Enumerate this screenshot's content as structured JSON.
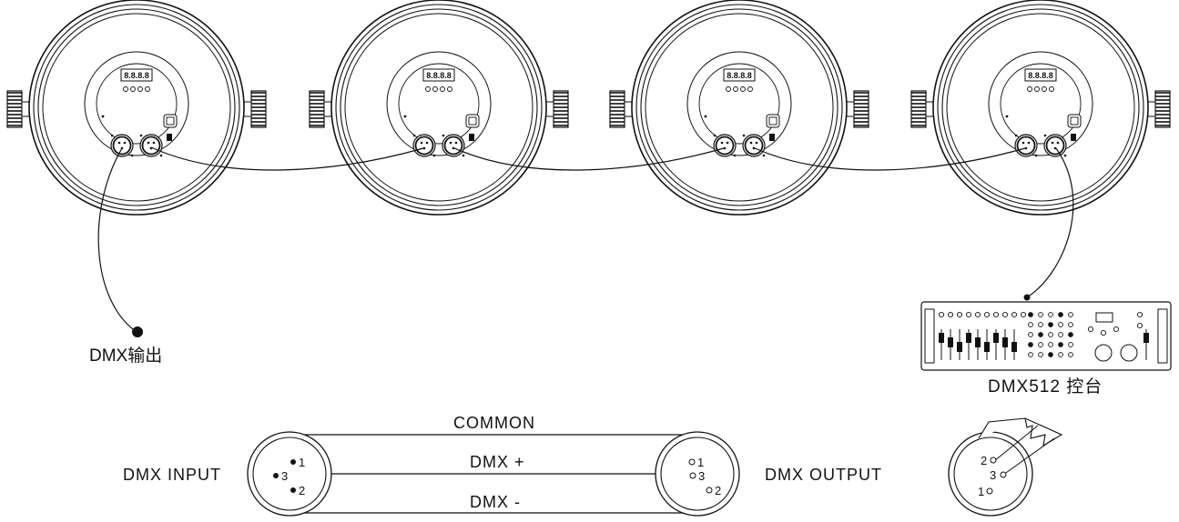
{
  "fixtures": [
    {
      "display": "8.8.8.8"
    },
    {
      "display": "8.8.8.8"
    },
    {
      "display": "8.8.8.8"
    },
    {
      "display": "8.8.8.8"
    }
  ],
  "labels": {
    "dmx_out_terminal": "DMX输出",
    "console": "DMX512 控台",
    "common": "COMMON",
    "dmx_plus": "DMX +",
    "dmx_minus": "DMX -",
    "dmx_input": "DMX INPUT",
    "dmx_output": "DMX OUTPUT"
  },
  "connector_pins": {
    "input": [
      "1",
      "3",
      "2"
    ],
    "output": [
      "1",
      "3",
      "2"
    ],
    "detail": [
      "2",
      "3",
      "1"
    ]
  }
}
